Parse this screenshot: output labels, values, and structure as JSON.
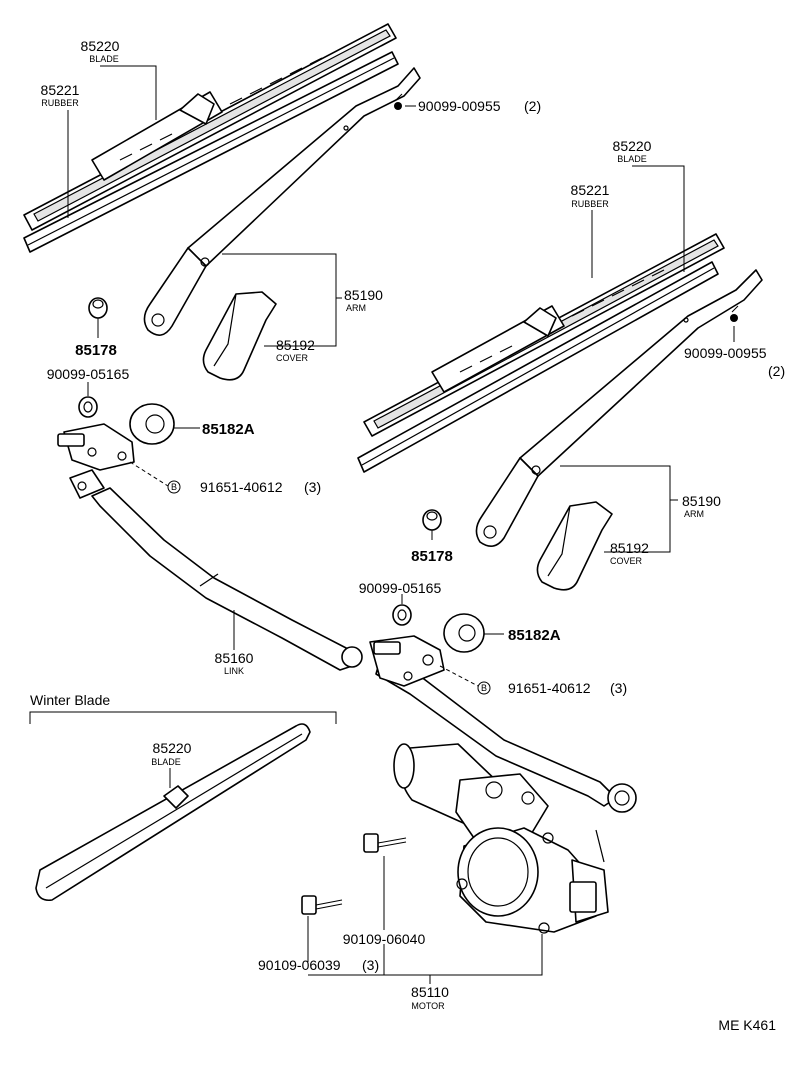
{
  "blade_left": {
    "number": "85220",
    "name": "BLADE"
  },
  "rubber_left": {
    "number": "85221",
    "name": "RUBBER"
  },
  "screw_left": {
    "number": "90099-00955",
    "qty": "(2)"
  },
  "arm_left": {
    "number": "85190",
    "name": "ARM"
  },
  "cover_left": {
    "number": "85192",
    "name": "COVER"
  },
  "nut_left": {
    "number": "85178"
  },
  "washer_left": {
    "number": "90099-05165"
  },
  "seal_left": {
    "number": "85182A"
  },
  "bolt_left": {
    "number": "91651-40612",
    "qty": "(3)",
    "circle": "B"
  },
  "blade_right": {
    "number": "85220",
    "name": "BLADE"
  },
  "rubber_right": {
    "number": "85221",
    "name": "RUBBER"
  },
  "screw_right": {
    "number": "90099-00955",
    "qty": "(2)"
  },
  "arm_right": {
    "number": "85190",
    "name": "ARM"
  },
  "cover_right": {
    "number": "85192",
    "name": "COVER"
  },
  "nut_right": {
    "number": "85178"
  },
  "washer_right": {
    "number": "90099-05165"
  },
  "seal_right": {
    "number": "85182A"
  },
  "bolt_right": {
    "number": "91651-40612",
    "qty": "(3)",
    "circle": "B"
  },
  "link": {
    "number": "85160",
    "name": "LINK"
  },
  "winter": {
    "title": "Winter Blade",
    "number": "85220",
    "name": "BLADE"
  },
  "bolt_motor_a": {
    "number": "90109-06040"
  },
  "bolt_motor_b": {
    "number": "90109-06039",
    "qty": "(3)"
  },
  "motor": {
    "number": "85110",
    "name": "MOTOR"
  },
  "drawing_code": "ME K461"
}
